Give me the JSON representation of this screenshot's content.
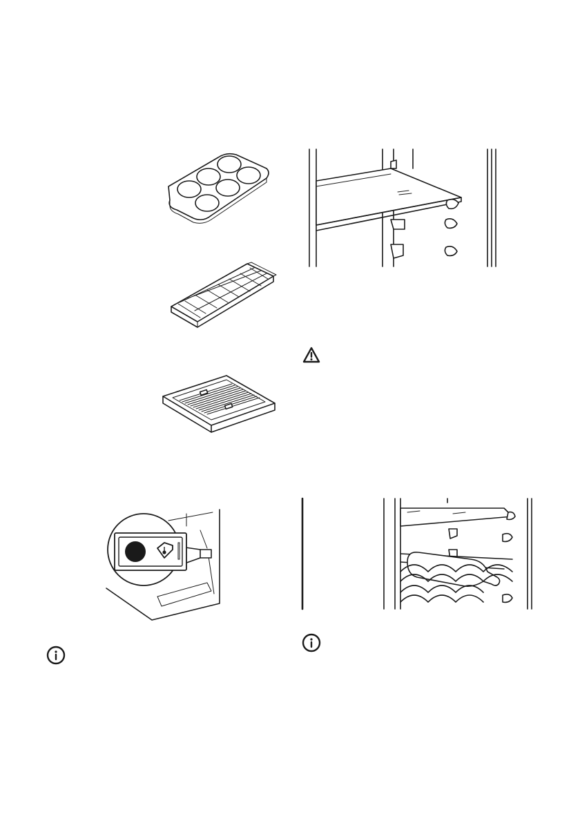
{
  "illustrations": [
    {
      "id": "muffin-tray",
      "icon": "six-cup-tray"
    },
    {
      "id": "ice-cube-tray",
      "icon": "ice-cube-tray"
    },
    {
      "id": "cold-accumulator",
      "icon": "flat-cooling-pack"
    },
    {
      "id": "glass-shelf",
      "icon": "shelf-on-rails"
    },
    {
      "id": "temperature-indicator",
      "icon": "coldest-zone-indicator"
    },
    {
      "id": "bottle-rack",
      "icon": "bottle-rack"
    }
  ],
  "notice_icons": [
    {
      "id": "warning",
      "icon": "warning-triangle-icon"
    },
    {
      "id": "info-left",
      "icon": "info-circle-icon"
    },
    {
      "id": "info-right",
      "icon": "info-circle-icon"
    }
  ],
  "colors": {
    "line": "#1a1a1a",
    "background": "#ffffff"
  }
}
